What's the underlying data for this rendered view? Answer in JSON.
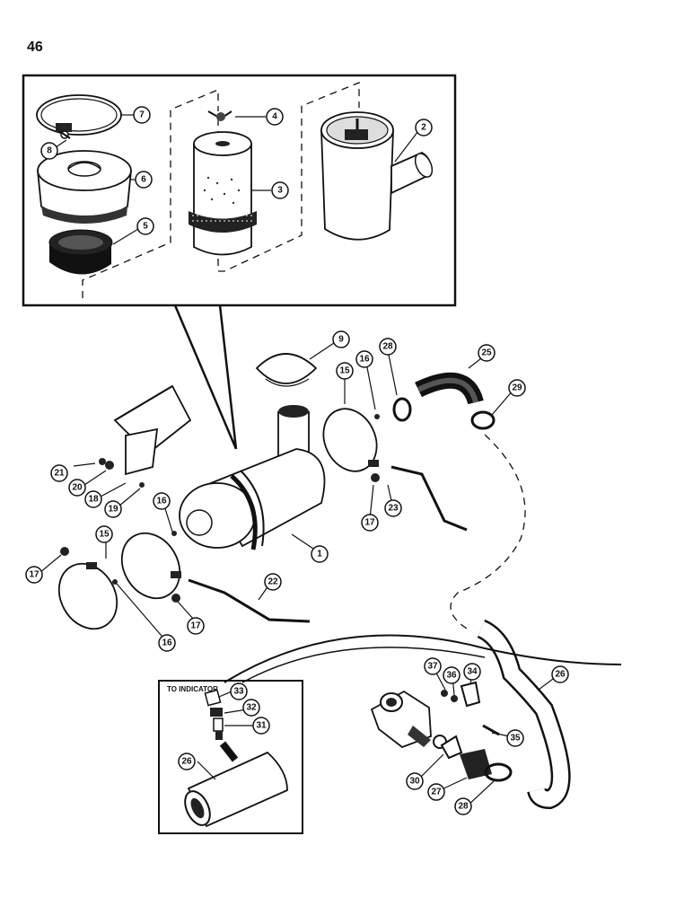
{
  "page": {
    "number": "46"
  },
  "inset_bottom": {
    "label": "TO INDICATOR"
  },
  "callouts": {
    "c1": "1",
    "c2": "2",
    "c3": "3",
    "c4": "4",
    "c5": "5",
    "c6": "6",
    "c7": "7",
    "c8": "8",
    "c9": "9",
    "c15a": "15",
    "c15b": "15",
    "c16a": "16",
    "c16b": "16",
    "c16c": "16",
    "c17a": "17",
    "c17b": "17",
    "c17c": "17",
    "c18": "18",
    "c19": "19",
    "c20": "20",
    "c21": "21",
    "c22": "22",
    "c23": "23",
    "c25": "25",
    "c26a": "26",
    "c26b": "26",
    "c27": "27",
    "c28a": "28",
    "c28b": "28",
    "c29": "29",
    "c30": "30",
    "c31": "31",
    "c32": "32",
    "c33": "33",
    "c34": "34",
    "c35": "35",
    "c36": "36",
    "c37": "37"
  }
}
